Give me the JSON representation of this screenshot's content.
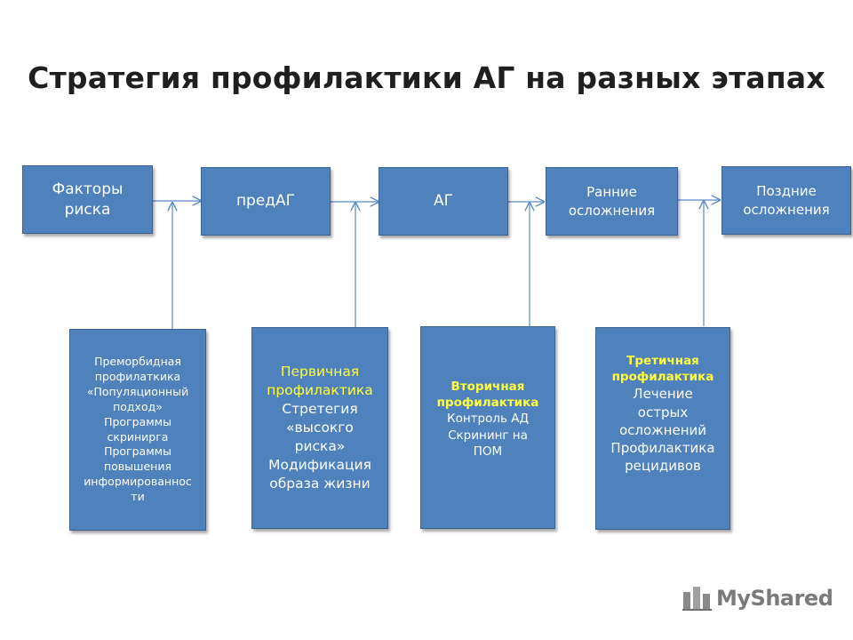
{
  "title": "Стратегия профилактики АГ на разных этапах",
  "stages": [
    {
      "label": "Факторы риска"
    },
    {
      "label": "предАГ"
    },
    {
      "label": "АГ"
    },
    {
      "label": "Ранние осложнения"
    },
    {
      "label": "Поздние осложнения"
    }
  ],
  "prevention": [
    {
      "lines": [
        "Преморбидная",
        "профилаткика",
        "«Популяционный",
        "подход»",
        "Программы",
        "скринирга",
        "Программы",
        "повышения",
        "информированнос",
        "ти"
      ]
    },
    {
      "heading": [
        "Первичная",
        "профилактика"
      ],
      "lines": [
        "Стретегия",
        "«высокго",
        "риска»",
        "Модификация",
        "образа жизни"
      ]
    },
    {
      "heading": [
        "Вторичная",
        "профилактика"
      ],
      "lines": [
        "Контроль АД",
        "Скрининг на",
        "ПОМ"
      ]
    },
    {
      "heading": [
        "Третичная",
        "профилактика"
      ],
      "lines": [
        "Лечение",
        "острых",
        "осложнений",
        "Профилактика",
        "рецидивов"
      ]
    }
  ],
  "watermark": "MyShared",
  "colors": {
    "box_fill": "#4f81bd",
    "connector": "#5b8cc8",
    "heading_highlight": "#ffff3c"
  }
}
